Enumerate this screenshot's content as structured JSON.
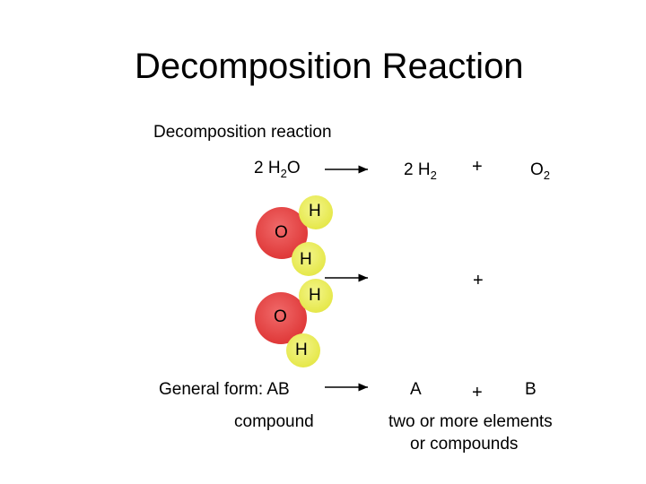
{
  "title": "Decomposition Reaction",
  "subtitle": "Decomposition reaction",
  "equation": {
    "reactant_coef": "2 H",
    "reactant_sub": "2",
    "reactant_tail": "O",
    "product1_coef": "2 H",
    "product1_sub": "2",
    "plus": "+",
    "product2": "O",
    "product2_sub": "2"
  },
  "atoms": {
    "o_label": "O",
    "h_label": "H"
  },
  "model_plus": "+",
  "general": {
    "label": "General form:  AB",
    "a": "A",
    "plus": "+",
    "b": "B",
    "compound": "compound",
    "products_line1": "two or more elements",
    "products_line2": "or compounds"
  },
  "colors": {
    "oxygen": "#e03a3a",
    "hydrogen": "#e6e84c"
  }
}
